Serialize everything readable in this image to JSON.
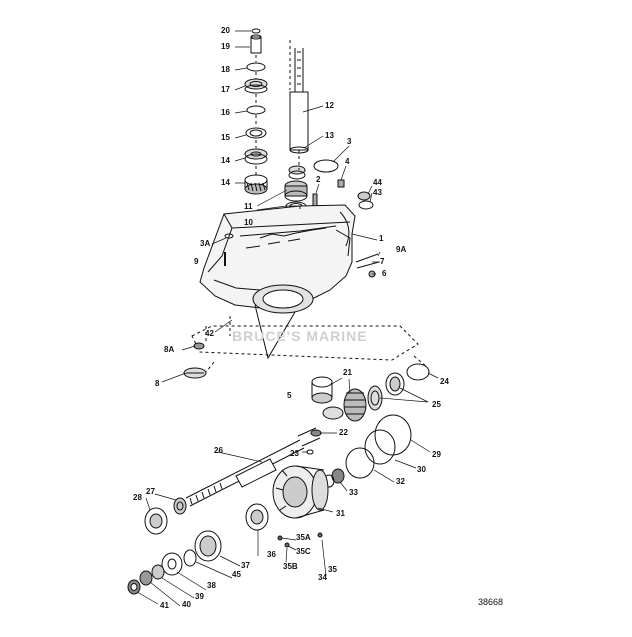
{
  "diagram": {
    "figure_number": "38668",
    "watermark": "BRUCE'S MARINE",
    "callouts": [
      {
        "id": "20",
        "text": "20"
      },
      {
        "id": "19",
        "text": "19"
      },
      {
        "id": "18",
        "text": "18"
      },
      {
        "id": "17",
        "text": "17"
      },
      {
        "id": "16",
        "text": "16"
      },
      {
        "id": "15",
        "text": "15"
      },
      {
        "id": "14a",
        "text": "14"
      },
      {
        "id": "14b",
        "text": "14"
      },
      {
        "id": "12",
        "text": "12"
      },
      {
        "id": "13",
        "text": "13"
      },
      {
        "id": "3",
        "text": "3"
      },
      {
        "id": "4",
        "text": "4"
      },
      {
        "id": "2",
        "text": "2"
      },
      {
        "id": "44",
        "text": "44"
      },
      {
        "id": "43",
        "text": "43"
      },
      {
        "id": "11",
        "text": "11"
      },
      {
        "id": "10",
        "text": "10"
      },
      {
        "id": "3A",
        "text": "3A"
      },
      {
        "id": "9",
        "text": "9"
      },
      {
        "id": "1",
        "text": "1"
      },
      {
        "id": "9A",
        "text": "9A"
      },
      {
        "id": "7",
        "text": "7"
      },
      {
        "id": "6",
        "text": "6"
      },
      {
        "id": "42",
        "text": "42"
      },
      {
        "id": "8A",
        "text": "8A"
      },
      {
        "id": "8",
        "text": "8"
      },
      {
        "id": "21",
        "text": "21"
      },
      {
        "id": "24",
        "text": "24"
      },
      {
        "id": "5",
        "text": "5"
      },
      {
        "id": "25",
        "text": "25"
      },
      {
        "id": "22",
        "text": "22"
      },
      {
        "id": "26",
        "text": "26"
      },
      {
        "id": "23",
        "text": "23"
      },
      {
        "id": "29",
        "text": "29"
      },
      {
        "id": "30",
        "text": "30"
      },
      {
        "id": "32",
        "text": "32"
      },
      {
        "id": "33",
        "text": "33"
      },
      {
        "id": "28",
        "text": "28"
      },
      {
        "id": "27",
        "text": "27"
      },
      {
        "id": "31",
        "text": "31"
      },
      {
        "id": "35A",
        "text": "35A"
      },
      {
        "id": "35C",
        "text": "35C"
      },
      {
        "id": "36",
        "text": "36"
      },
      {
        "id": "37",
        "text": "37"
      },
      {
        "id": "35B",
        "text": "35B"
      },
      {
        "id": "35",
        "text": "35"
      },
      {
        "id": "34",
        "text": "34"
      },
      {
        "id": "45",
        "text": "45"
      },
      {
        "id": "38",
        "text": "38"
      },
      {
        "id": "39",
        "text": "39"
      },
      {
        "id": "40",
        "text": "40"
      },
      {
        "id": "41",
        "text": "41"
      }
    ]
  }
}
